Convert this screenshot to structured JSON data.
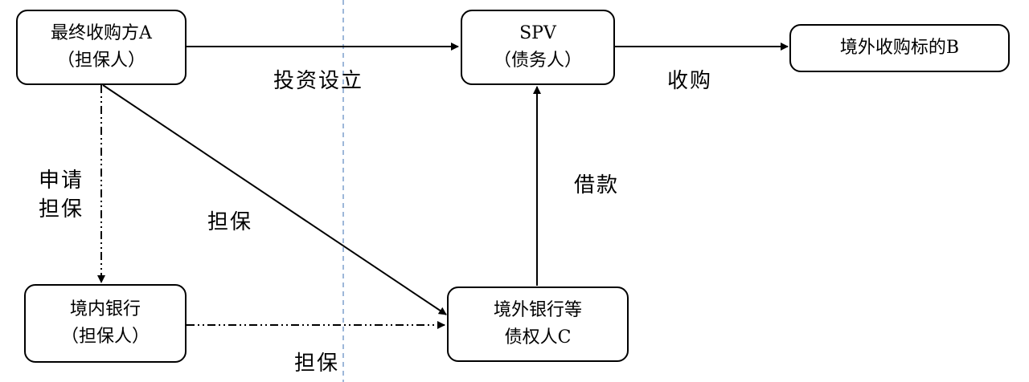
{
  "nodes": {
    "acquirer": {
      "line1": "最终收购方A",
      "line2": "（担保人）"
    },
    "spv": {
      "line1": "SPV",
      "line2": "（债务人）"
    },
    "target": {
      "line1": "境外收购标的B"
    },
    "domestic_bank": {
      "line1": "境内银行",
      "line2": "（担保人）"
    },
    "creditor": {
      "line1": "境外银行等",
      "line2": "债权人C"
    }
  },
  "edges": {
    "invest": "投资设立",
    "acquire": "收购",
    "apply_guarantee_1": "申请",
    "apply_guarantee_2": "担保",
    "guarantee_diag": "担保",
    "loan": "借款",
    "guarantee_bottom": "担保"
  }
}
